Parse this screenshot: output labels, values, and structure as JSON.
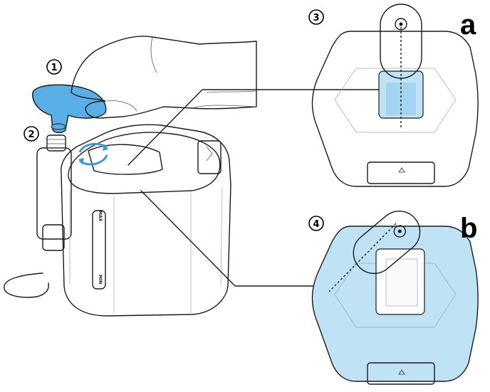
{
  "step_markers": [
    {
      "number": "1"
    },
    {
      "number": "2"
    },
    {
      "number": "3"
    },
    {
      "number": "4"
    }
  ],
  "panel_labels": {
    "a": "a",
    "b": "b"
  },
  "gauge": {
    "max_label": "MAX",
    "min_label": "MIN"
  },
  "colors": {
    "accent_blue": "#5aaee6",
    "light_blue": "#bfe3f5",
    "outline": "#1a1a1a"
  },
  "icons": [
    "hand-icon",
    "cap-icon",
    "rotate-arrow-icon",
    "triangle-icon"
  ]
}
